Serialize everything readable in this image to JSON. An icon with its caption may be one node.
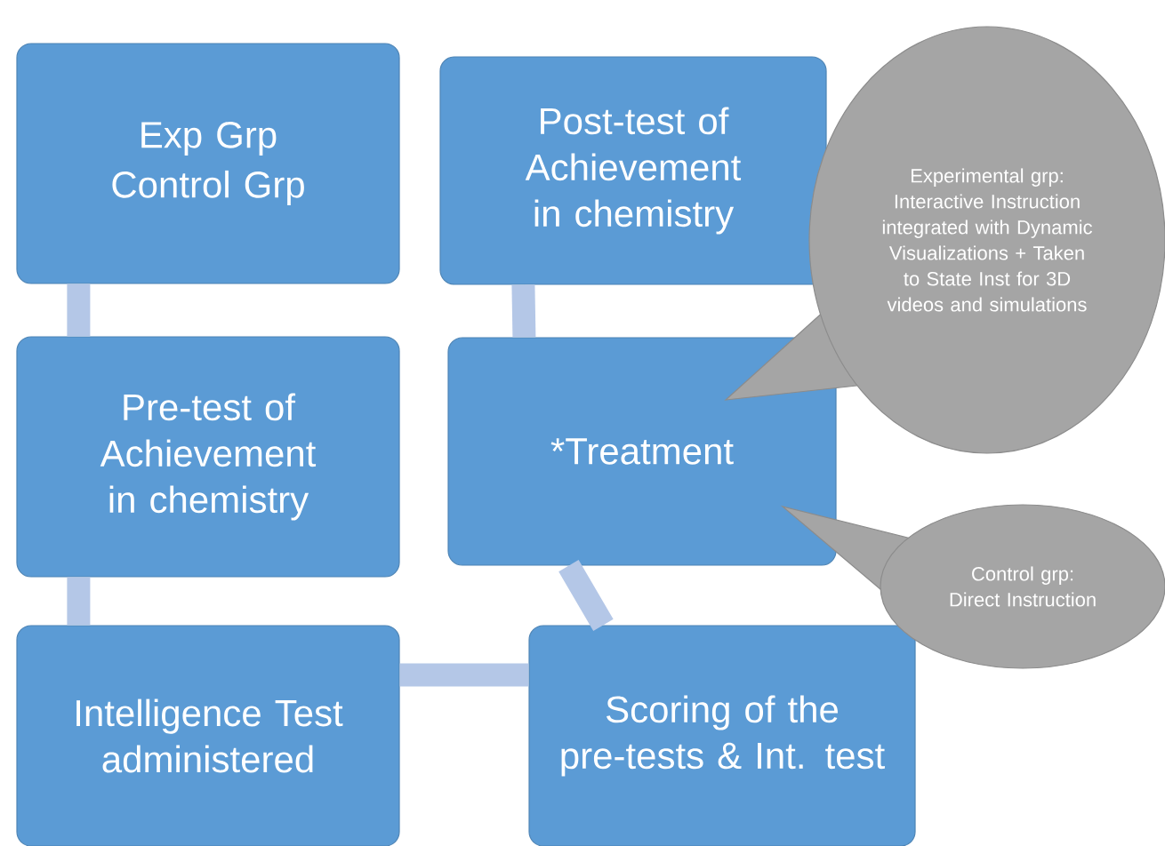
{
  "diagram": {
    "nodes": [
      {
        "text": [
          "Exp Grp",
          "Control Grp"
        ]
      },
      {
        "text": [
          "Pre-test of Achievement in chemistry"
        ]
      },
      {
        "text": [
          "Intelligence Test administered"
        ]
      },
      {
        "text": [
          "Scoring of the pre-tests & Int. test"
        ]
      },
      {
        "text": [
          "*Treatment"
        ]
      },
      {
        "text": [
          "Post-test of Achievement in chemistry"
        ]
      },
      {
        "text": [
          "Experimental grp: Interactive Instruction integrated with Dynamic Visualizations + Taken to State Inst for 3D videos and simulations"
        ]
      },
      {
        "text": [
          "Control grp: Direct Instruction"
        ]
      }
    ],
    "edges": [
      {
        "from": 0,
        "to": 1,
        "arrow": "none"
      },
      {
        "from": 1,
        "to": 2,
        "arrow": "none"
      },
      {
        "from": 2,
        "to": 3,
        "arrow": "none"
      },
      {
        "from": 3,
        "to": 4,
        "arrow": "none"
      },
      {
        "from": 4,
        "to": 5,
        "arrow": "none"
      }
    ]
  }
}
